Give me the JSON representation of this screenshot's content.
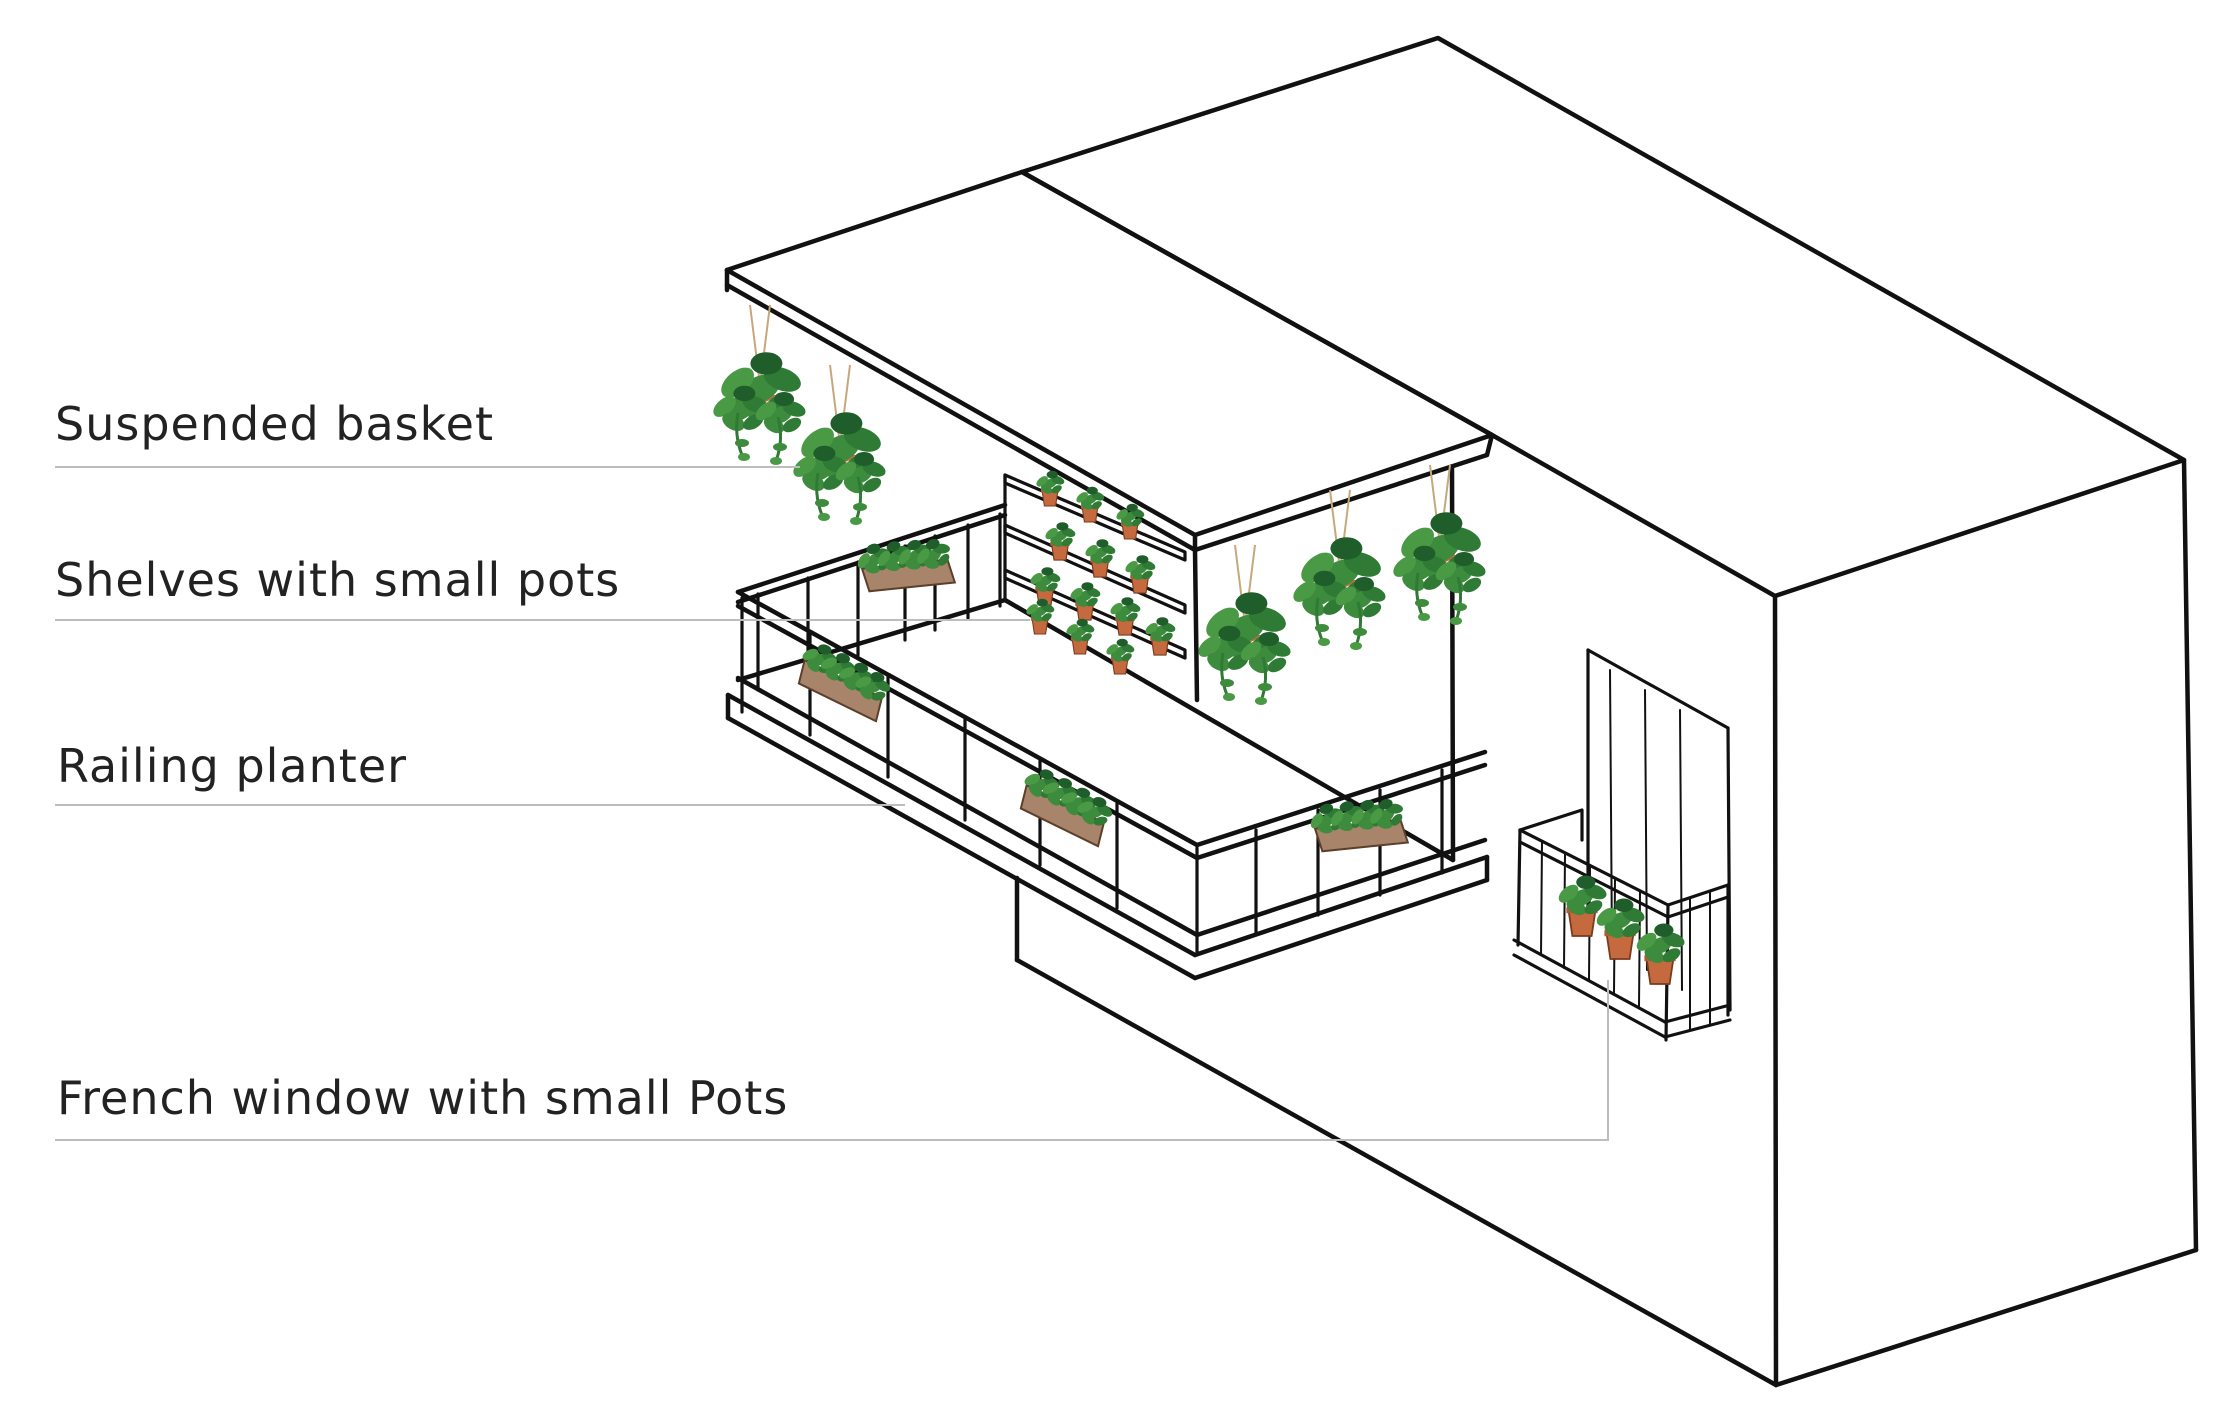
{
  "labels": {
    "suspended_basket": "Suspended basket",
    "shelves": "Shelves with small pots",
    "railing_planter": "Railing planter",
    "french_window": "French window with small Pots"
  },
  "colors": {
    "line": "#111111",
    "leader": "#bdbdbd",
    "leaf": "#3d8b3d",
    "leaf_dark": "#1f5e2a",
    "pot": "#c56a3f",
    "planter": "#a7846a"
  },
  "icons": [
    "hanging-plant-icon",
    "potted-plant-icon",
    "planter-box-icon"
  ]
}
